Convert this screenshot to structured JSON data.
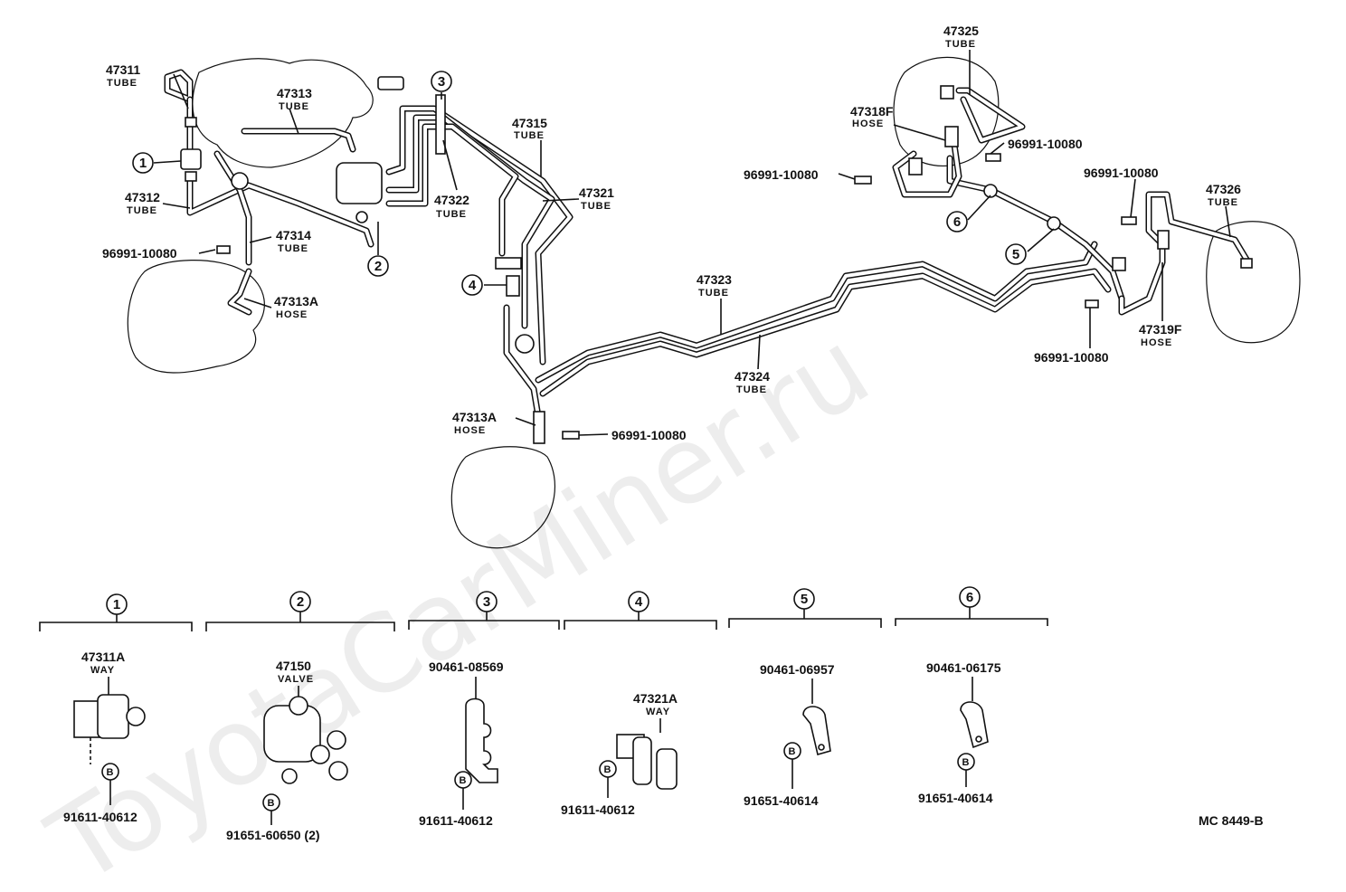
{
  "watermark": "ToyotaCarMiner.ru",
  "drawing_code": "MC 8449-B",
  "sub_bolt_marker": "B",
  "top_labels": {
    "p47311": {
      "num": "47311",
      "sub": "TUBE"
    },
    "p47313": {
      "num": "47313",
      "sub": "TUBE"
    },
    "p47312": {
      "num": "47312",
      "sub": "TUBE"
    },
    "p47314": {
      "num": "47314",
      "sub": "TUBE"
    },
    "clip_left": {
      "num": "96991-10080"
    },
    "p47313a_left": {
      "num": "47313A",
      "sub": "HOSE"
    },
    "p47315": {
      "num": "47315",
      "sub": "TUBE"
    },
    "p47322": {
      "num": "47322",
      "sub": "TUBE"
    },
    "p47321": {
      "num": "47321",
      "sub": "TUBE"
    },
    "p47323": {
      "num": "47323",
      "sub": "TUBE"
    },
    "p47324": {
      "num": "47324",
      "sub": "TUBE"
    },
    "p47313a_mid": {
      "num": "47313A",
      "sub": "HOSE"
    },
    "clip_mid": {
      "num": "96991-10080"
    },
    "p47325": {
      "num": "47325",
      "sub": "TUBE"
    },
    "p47318f": {
      "num": "47318F",
      "sub": "HOSE"
    },
    "clip_rt1": {
      "num": "96991-10080"
    },
    "clip_rt2": {
      "num": "96991-10080"
    },
    "clip_rt3": {
      "num": "96991-10080"
    },
    "clip_rt4": {
      "num": "96991-10080"
    },
    "p47326": {
      "num": "47326",
      "sub": "TUBE"
    },
    "p47319f": {
      "num": "47319F",
      "sub": "HOSE"
    }
  },
  "callouts": [
    "1",
    "2",
    "3",
    "4",
    "5",
    "6"
  ],
  "details": [
    {
      "id": "1",
      "part": "47311A",
      "part_sub": "WAY",
      "fastener": "91611-40612"
    },
    {
      "id": "2",
      "part": "47150",
      "part_sub": "VALVE",
      "fastener": "91651-60650 (2)"
    },
    {
      "id": "3",
      "part": "90461-08569",
      "part_sub": "",
      "fastener": "91611-40612"
    },
    {
      "id": "4",
      "part": "47321A",
      "part_sub": "WAY",
      "fastener": "91611-40612"
    },
    {
      "id": "5",
      "part": "90461-06957",
      "part_sub": "",
      "fastener": "91651-40614"
    },
    {
      "id": "6",
      "part": "90461-06175",
      "part_sub": "",
      "fastener": "91651-40614"
    }
  ]
}
